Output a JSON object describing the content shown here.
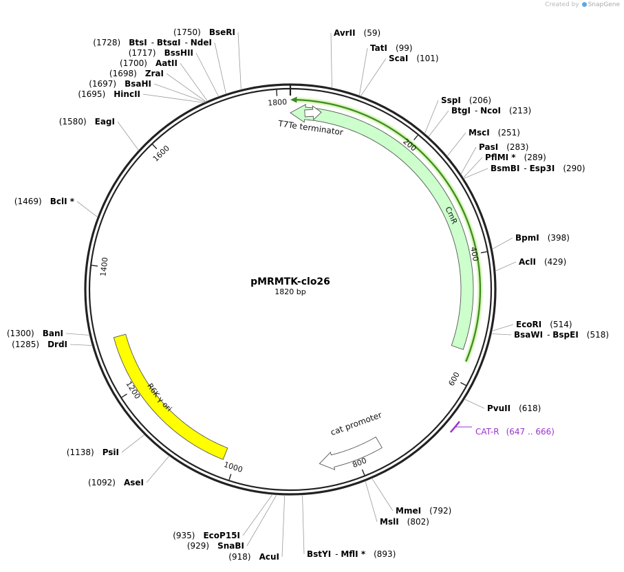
{
  "watermark": {
    "prefix": "Created by",
    "brand": "SnapGene"
  },
  "plasmid": {
    "name": "pMRMTK-clo26",
    "length_label": "1820 bp",
    "length": 1820
  },
  "ticks": [
    {
      "pos": 200,
      "label": "200"
    },
    {
      "pos": 400,
      "label": "400"
    },
    {
      "pos": 600,
      "label": "600"
    },
    {
      "pos": 800,
      "label": "800"
    },
    {
      "pos": 1000,
      "label": "1000"
    },
    {
      "pos": 1200,
      "label": "1200"
    },
    {
      "pos": 1400,
      "label": "1400"
    },
    {
      "pos": 1600,
      "label": "1600"
    },
    {
      "pos": 1800,
      "label": "1800"
    }
  ],
  "features": [
    {
      "id": "cmr",
      "name": "CmR",
      "type": "gene",
      "start": 0,
      "end": 552,
      "direction": "reverse",
      "color": "#ccffcc"
    },
    {
      "id": "t7te",
      "name": "T7Te terminator",
      "type": "terminator",
      "start": 0,
      "end": 19,
      "direction": "forward",
      "color": "#ffffff"
    },
    {
      "id": "cat-promoter",
      "name": "cat promoter",
      "type": "promoter",
      "start": 758,
      "end": 862,
      "direction": "forward",
      "color": "#ffffff"
    },
    {
      "id": "r6k",
      "name": "R6K γ ori",
      "type": "origin",
      "start": 1019,
      "end": 1288,
      "direction": "none",
      "color": "#ffff00"
    }
  ],
  "cmr_orf": {
    "start": 0,
    "end": 568,
    "color": "#3c8a1e",
    "glow": "#c8f0a0"
  },
  "primer": {
    "name": "CAT-R",
    "range": "(647 .. 666)",
    "start": 647,
    "end": 666,
    "color": "#9933cc"
  },
  "enzymes": [
    {
      "names": [
        "AvrII"
      ],
      "star": false,
      "pos": "(59)",
      "at": 59
    },
    {
      "names": [
        "TatI"
      ],
      "star": false,
      "pos": "(99)",
      "at": 99
    },
    {
      "names": [
        "ScaI"
      ],
      "star": false,
      "pos": "(101)",
      "at": 101
    },
    {
      "names": [
        "SspI"
      ],
      "star": false,
      "pos": "(206)",
      "at": 206
    },
    {
      "names": [
        "BtgI",
        "NcoI"
      ],
      "star": false,
      "pos": "(213)",
      "at": 213
    },
    {
      "names": [
        "MscI"
      ],
      "star": false,
      "pos": "(251)",
      "at": 251
    },
    {
      "names": [
        "PasI"
      ],
      "star": false,
      "pos": "(283)",
      "at": 283
    },
    {
      "names": [
        "PflMI"
      ],
      "star": true,
      "pos": "(289)",
      "at": 289
    },
    {
      "names": [
        "BsmBI",
        "Esp3I"
      ],
      "star": false,
      "pos": "(290)",
      "at": 290
    },
    {
      "names": [
        "BpmI"
      ],
      "star": false,
      "pos": "(398)",
      "at": 398
    },
    {
      "names": [
        "AclI"
      ],
      "star": false,
      "pos": "(429)",
      "at": 429
    },
    {
      "names": [
        "EcoRI"
      ],
      "star": false,
      "pos": "(514)",
      "at": 514
    },
    {
      "names": [
        "BsaWI",
        "BspEI"
      ],
      "star": false,
      "pos": "(518)",
      "at": 518
    },
    {
      "names": [
        "PvuII"
      ],
      "star": false,
      "pos": "(618)",
      "at": 618
    },
    {
      "names": [
        "MmeI"
      ],
      "star": false,
      "pos": "(792)",
      "at": 792
    },
    {
      "names": [
        "MslI"
      ],
      "star": false,
      "pos": "(802)",
      "at": 802
    },
    {
      "names": [
        "BstYI",
        "MflI"
      ],
      "star": true,
      "pos": "(893)",
      "at": 893
    },
    {
      "names": [
        "AcuI"
      ],
      "star": false,
      "pos": "(918)",
      "at": 918
    },
    {
      "names": [
        "SnaBI"
      ],
      "star": false,
      "pos": "(929)",
      "at": 929
    },
    {
      "names": [
        "EcoP15I"
      ],
      "star": false,
      "pos": "(935)",
      "at": 935
    },
    {
      "names": [
        "AseI"
      ],
      "star": false,
      "pos": "(1092)",
      "at": 1092
    },
    {
      "names": [
        "PsiI"
      ],
      "star": false,
      "pos": "(1138)",
      "at": 1138
    },
    {
      "names": [
        "DrdI"
      ],
      "star": false,
      "pos": "(1285)",
      "at": 1285
    },
    {
      "names": [
        "BanI"
      ],
      "star": false,
      "pos": "(1300)",
      "at": 1300
    },
    {
      "names": [
        "BclI"
      ],
      "star": true,
      "pos": "(1469)",
      "at": 1469
    },
    {
      "names": [
        "EagI"
      ],
      "star": false,
      "pos": "(1580)",
      "at": 1580
    },
    {
      "names": [
        "HincII"
      ],
      "star": false,
      "pos": "(1695)",
      "at": 1695
    },
    {
      "names": [
        "BsaHI"
      ],
      "star": false,
      "pos": "(1697)",
      "at": 1697
    },
    {
      "names": [
        "ZraI"
      ],
      "star": false,
      "pos": "(1698)",
      "at": 1698
    },
    {
      "names": [
        "AatII"
      ],
      "star": false,
      "pos": "(1700)",
      "at": 1700
    },
    {
      "names": [
        "BssHII"
      ],
      "star": false,
      "pos": "(1717)",
      "at": 1717
    },
    {
      "names": [
        "BtsI",
        "BtsαI",
        "NdeI"
      ],
      "star": false,
      "pos": "(1728)",
      "at": 1728
    },
    {
      "names": [
        "BseRI"
      ],
      "star": false,
      "pos": "(1750)",
      "at": 1750
    }
  ]
}
